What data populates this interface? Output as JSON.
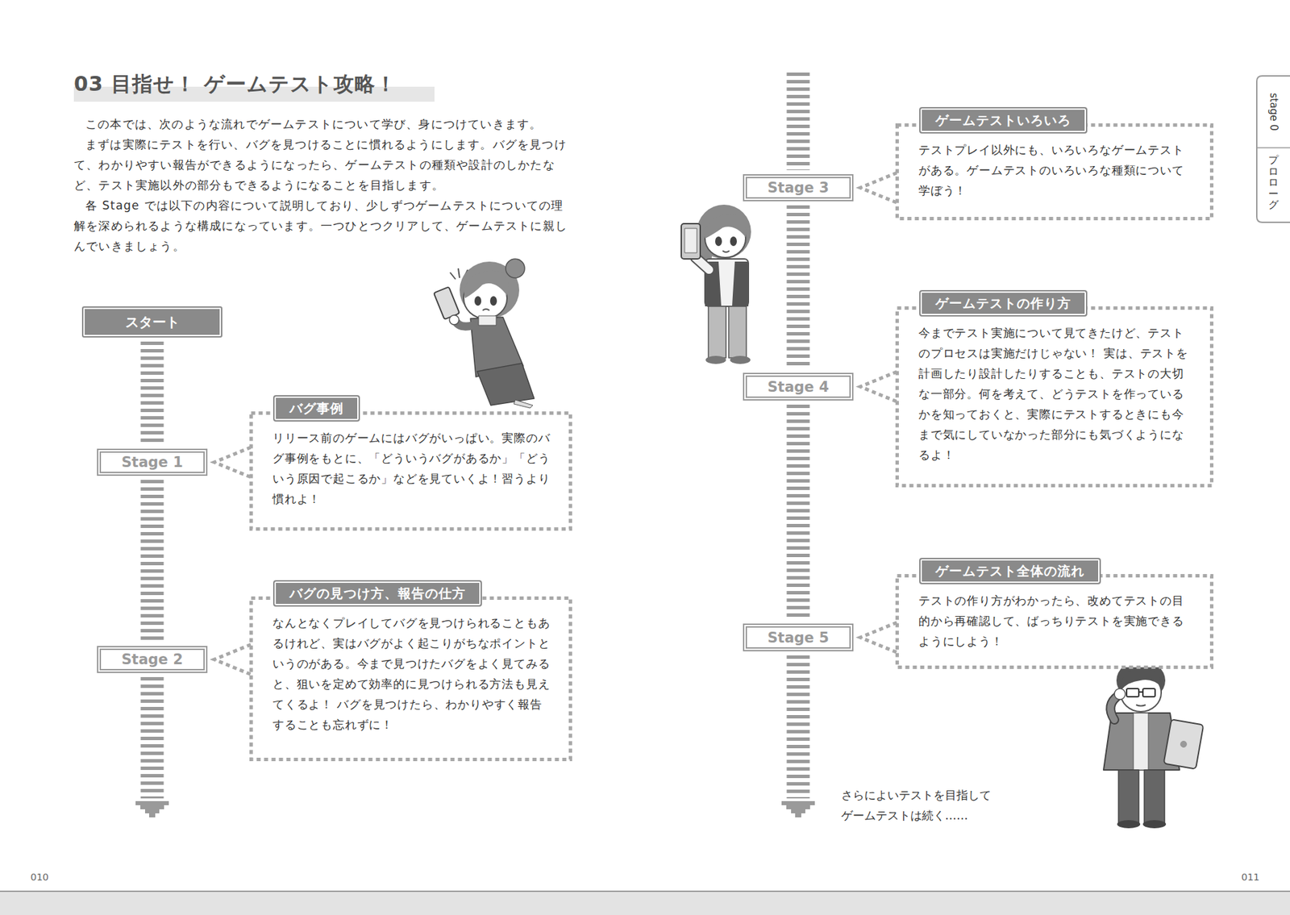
{
  "diagram": {
    "title": "03 目指せ！ ゲームテスト攻略！",
    "nodes": [
      {
        "text": [
          "スタート"
        ]
      },
      {
        "text": [
          "Stage 1"
        ]
      },
      {
        "text": [
          "バグ事例",
          "リリース前のゲームにはバグがいっぱい。実際のバグ事例をもとに、「どういうバグがあるか」「どういう原因で起こるか」などを見ていくよ！習うより慣れよ！"
        ]
      },
      {
        "text": [
          "Stage 2"
        ]
      },
      {
        "text": [
          "バグの見つけ方、報告の仕方",
          "なんとなくプレイしてバグを見つけられることもあるけれど、実はバグがよく起こりがちなポイントというのがある。今まで見つけたバグをよく見てみると、狙いを定めて効率的に見つけられる方法も見えてくるよ！ バグを見つけたら、わかりやすく報告することも忘れずに！"
        ]
      },
      {
        "text": [
          "Stage 3"
        ]
      },
      {
        "text": [
          "ゲームテストいろいろ",
          "テストプレイ以外にも、いろいろなゲームテストがある。ゲームテストのいろいろな種類について学ぼう！"
        ]
      },
      {
        "text": [
          "Stage 4"
        ]
      },
      {
        "text": [
          "ゲームテストの作り方",
          "今までテスト実施について見てきたけど、テストのプロセスは実施だけじゃない！ 実は、テストを計画したり設計したりすることも、テストの大切な一部分。何を考えて、どうテストを作っているかを知っておくと、実際にテストするときにも今まで気にしていなかった部分にも気づくようになるよ！"
        ]
      },
      {
        "text": [
          "Stage 5"
        ]
      },
      {
        "text": [
          "ゲームテスト全体の流れ",
          "テストの作り方がわかったら、改めてテストの目的から再確認して、ばっちりテストを実施できるようにしよう！"
        ]
      }
    ],
    "edges": [
      {
        "from": 0,
        "to": 1,
        "arrow": "none"
      },
      {
        "from": 1,
        "to": 2,
        "arrow": "none"
      },
      {
        "from": 1,
        "to": 3,
        "arrow": "none"
      },
      {
        "from": 3,
        "to": 4,
        "arrow": "none"
      },
      {
        "from": 5,
        "to": 6,
        "arrow": "none"
      },
      {
        "from": 5,
        "to": 7,
        "arrow": "none"
      },
      {
        "from": 7,
        "to": 8,
        "arrow": "none"
      },
      {
        "from": 7,
        "to": 9,
        "arrow": "none"
      },
      {
        "from": 9,
        "to": 10,
        "arrow": "none"
      }
    ],
    "labels": [
      "この本では、次のような流れでゲームテストについて学び、身につけていきます。",
      "まずは実際にテストを行い、バグを見つけることに慣れるようにします。バグを見つけて、わかりやすい報告ができるようになったら、ゲームテストの種類や設計のしかたなど、テスト実施以外の部分もできるようになることを目指します。",
      "各 Stage では以下の内容について説明しており、少しずつゲームテストについての理解を深められるような構成になっています。一つひとつクリアして、ゲームテストに親しんでいきましょう。",
      "stage 0",
      "プロローグ",
      "さらによいテストを目指して ゲームテストは続く……",
      "010",
      "011"
    ]
  }
}
